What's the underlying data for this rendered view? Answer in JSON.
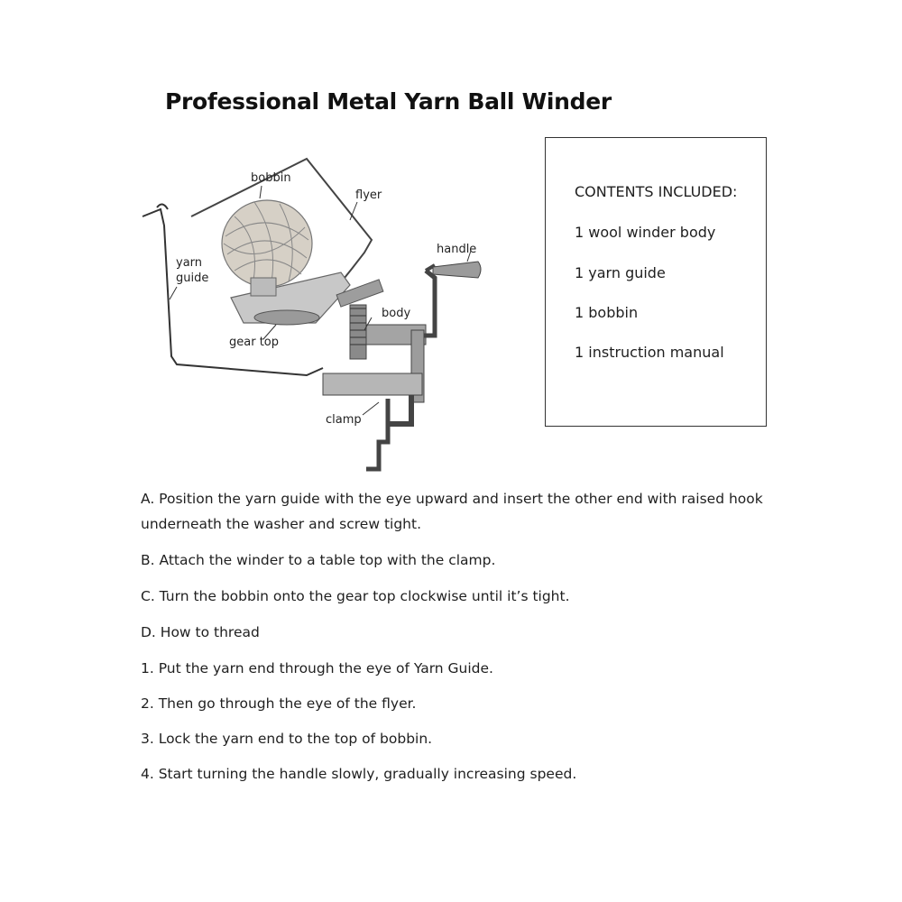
{
  "title": "Professional Metal Yarn Ball Winder",
  "diagram": {
    "labels": {
      "bobbin": "bobbin",
      "flyer": "flyer",
      "handle": "handle",
      "yarn_guide": [
        "yarn",
        "guide"
      ],
      "body": "body",
      "gear_top": "gear top",
      "clamp": "clamp"
    }
  },
  "contents": {
    "heading": "CONTENTS INCLUDED:",
    "items": [
      "1 wool winder body",
      "1 yarn guide",
      "1 bobbin",
      "1 instruction manual"
    ]
  },
  "instructions": {
    "a_line1": "A. Position the yarn guide with the eye upward and insert the other end with raised hook",
    "a_line2": "underneath the washer and screw tight.",
    "b": "B. Attach the winder to a table top with the clamp.",
    "c": "C. Turn the bobbin onto the gear top clockwise until it’s tight.",
    "d": "D. How to thread",
    "steps": [
      "1. Put the yarn end through the eye of Yarn Guide.",
      "2. Then go through the eye of the flyer.",
      "3. Lock the yarn end to the top of bobbin.",
      "4. Start turning the handle slowly, gradually increasing speed."
    ]
  }
}
